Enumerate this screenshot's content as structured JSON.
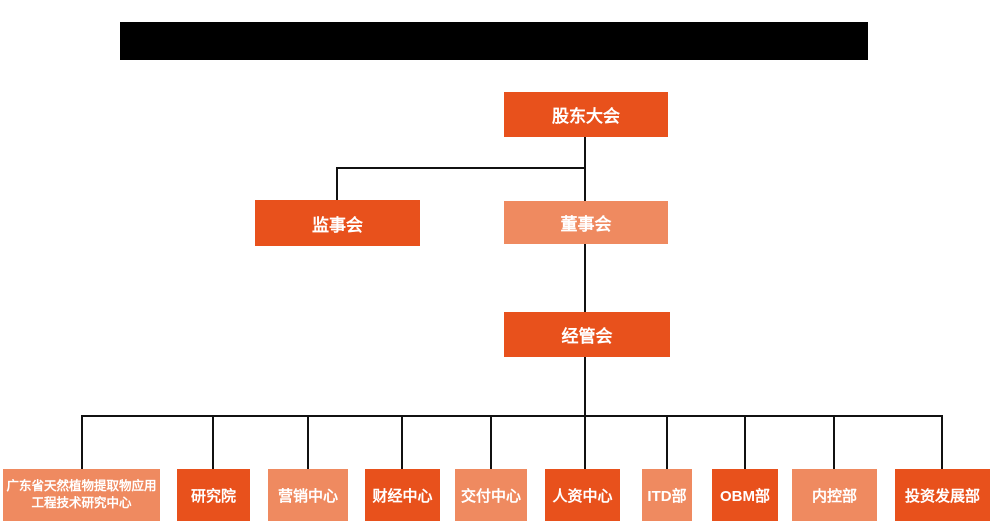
{
  "colors": {
    "primary_orange": "#e8511c",
    "light_orange": "#ef8a60",
    "connector_black": "#111111",
    "redaction_black": "#000000",
    "node_text_white": "#ffffff"
  },
  "chart": {
    "type": "org-chart",
    "title_visible_text": "",
    "nodes": {
      "shareholders": "股东大会",
      "supervisory": "监事会",
      "board": "董事会",
      "management": "经管会"
    },
    "departments": [
      {
        "label": "广东省天然植物提取物应用工程技术研究中心",
        "tone": "light"
      },
      {
        "label": "研究院",
        "tone": "dark"
      },
      {
        "label": "营销中心",
        "tone": "light"
      },
      {
        "label": "财经中心",
        "tone": "dark"
      },
      {
        "label": "交付中心",
        "tone": "light"
      },
      {
        "label": "人资中心",
        "tone": "dark"
      },
      {
        "label": "ITD部",
        "tone": "light"
      },
      {
        "label": "OBM部",
        "tone": "dark"
      },
      {
        "label": "内控部",
        "tone": "light"
      },
      {
        "label": "投资发展部",
        "tone": "dark"
      }
    ]
  }
}
